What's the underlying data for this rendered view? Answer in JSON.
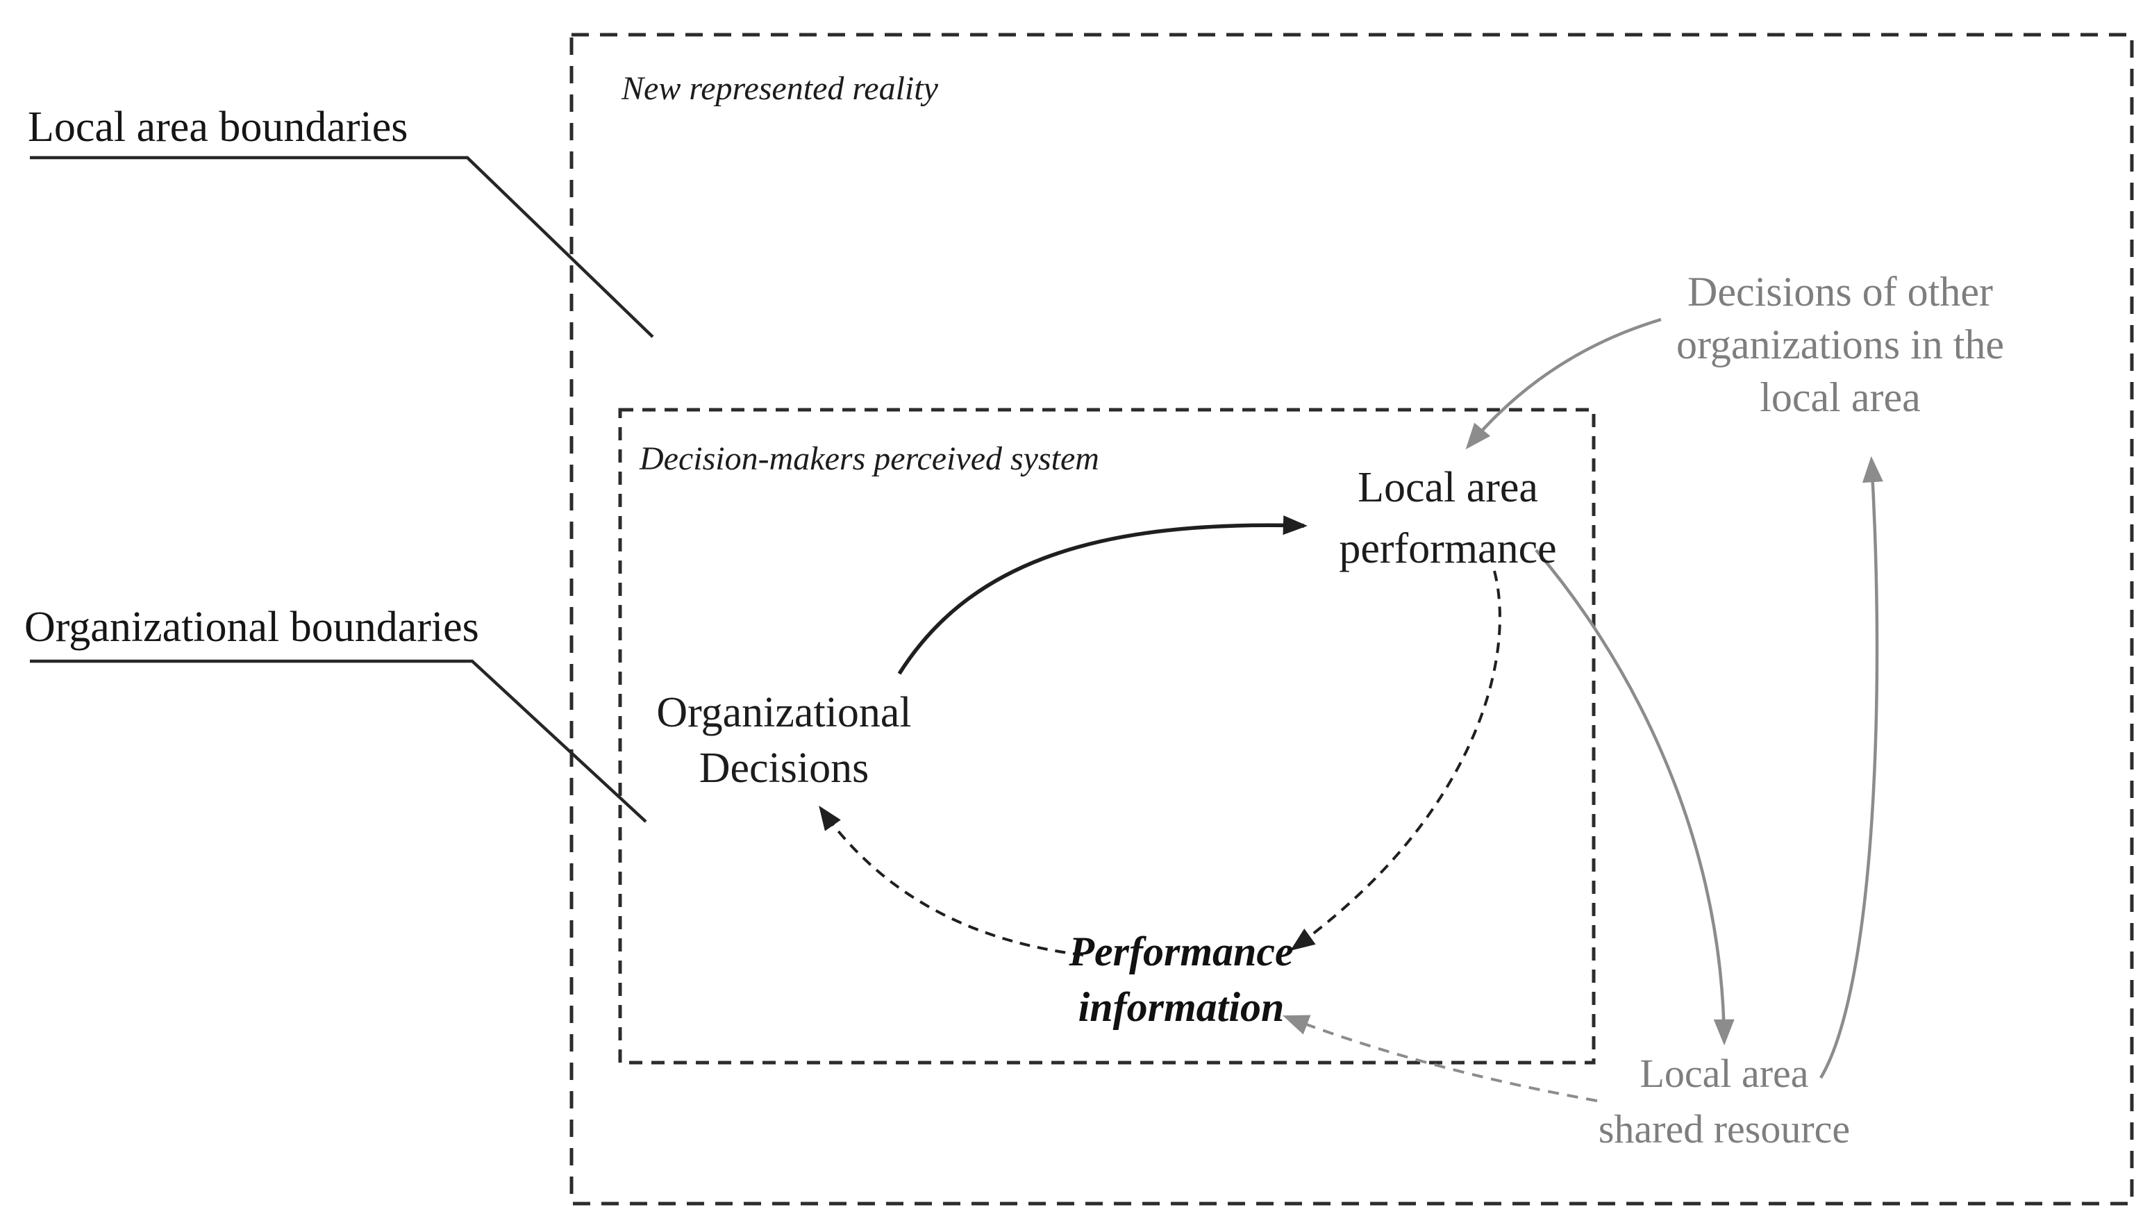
{
  "canvas": {
    "background": "#ffffff"
  },
  "colors": {
    "text_black": "#1c1c1c",
    "text_gray": "#7e7e7e",
    "arrow_black": "#1f1f1f",
    "arrow_gray": "#8c8c8c",
    "box_dash": "#2c2c2c"
  },
  "outer_region": {
    "label": "New represented reality"
  },
  "inner_region": {
    "label": "Decision-makers perceived system"
  },
  "callouts": {
    "local_area_boundaries": {
      "label": "Local area boundaries"
    },
    "organizational_boundaries": {
      "label": "Organizational boundaries"
    }
  },
  "nodes": {
    "local_area_performance": {
      "lines": [
        "Local area",
        "performance"
      ]
    },
    "organizational_decisions": {
      "lines": [
        "Organizational",
        "Decisions"
      ]
    },
    "performance_information": {
      "lines": [
        "Performance",
        "information"
      ]
    },
    "decisions_other_orgs": {
      "lines": [
        "Decisions of other",
        "organizations in the",
        "local area"
      ]
    },
    "local_area_shared_resource": {
      "lines": [
        "Local area",
        "shared resource"
      ]
    }
  },
  "edges": [
    {
      "from": "organizational-decisions",
      "to": "local-area-performance",
      "style": "solid-black"
    },
    {
      "from": "local-area-performance",
      "to": "performance-information",
      "style": "dashed-black"
    },
    {
      "from": "performance-information",
      "to": "organizational-decisions",
      "style": "dashed-black"
    },
    {
      "from": "decisions-of-other-organizations",
      "to": "local-area-performance",
      "style": "solid-gray"
    },
    {
      "from": "local-area-performance",
      "to": "local-area-shared-resource",
      "style": "solid-gray"
    },
    {
      "from": "local-area-shared-resource",
      "to": "decisions-of-other-organizations",
      "style": "solid-gray"
    },
    {
      "from": "local-area-shared-resource",
      "to": "performance-information",
      "style": "dashed-gray"
    }
  ]
}
